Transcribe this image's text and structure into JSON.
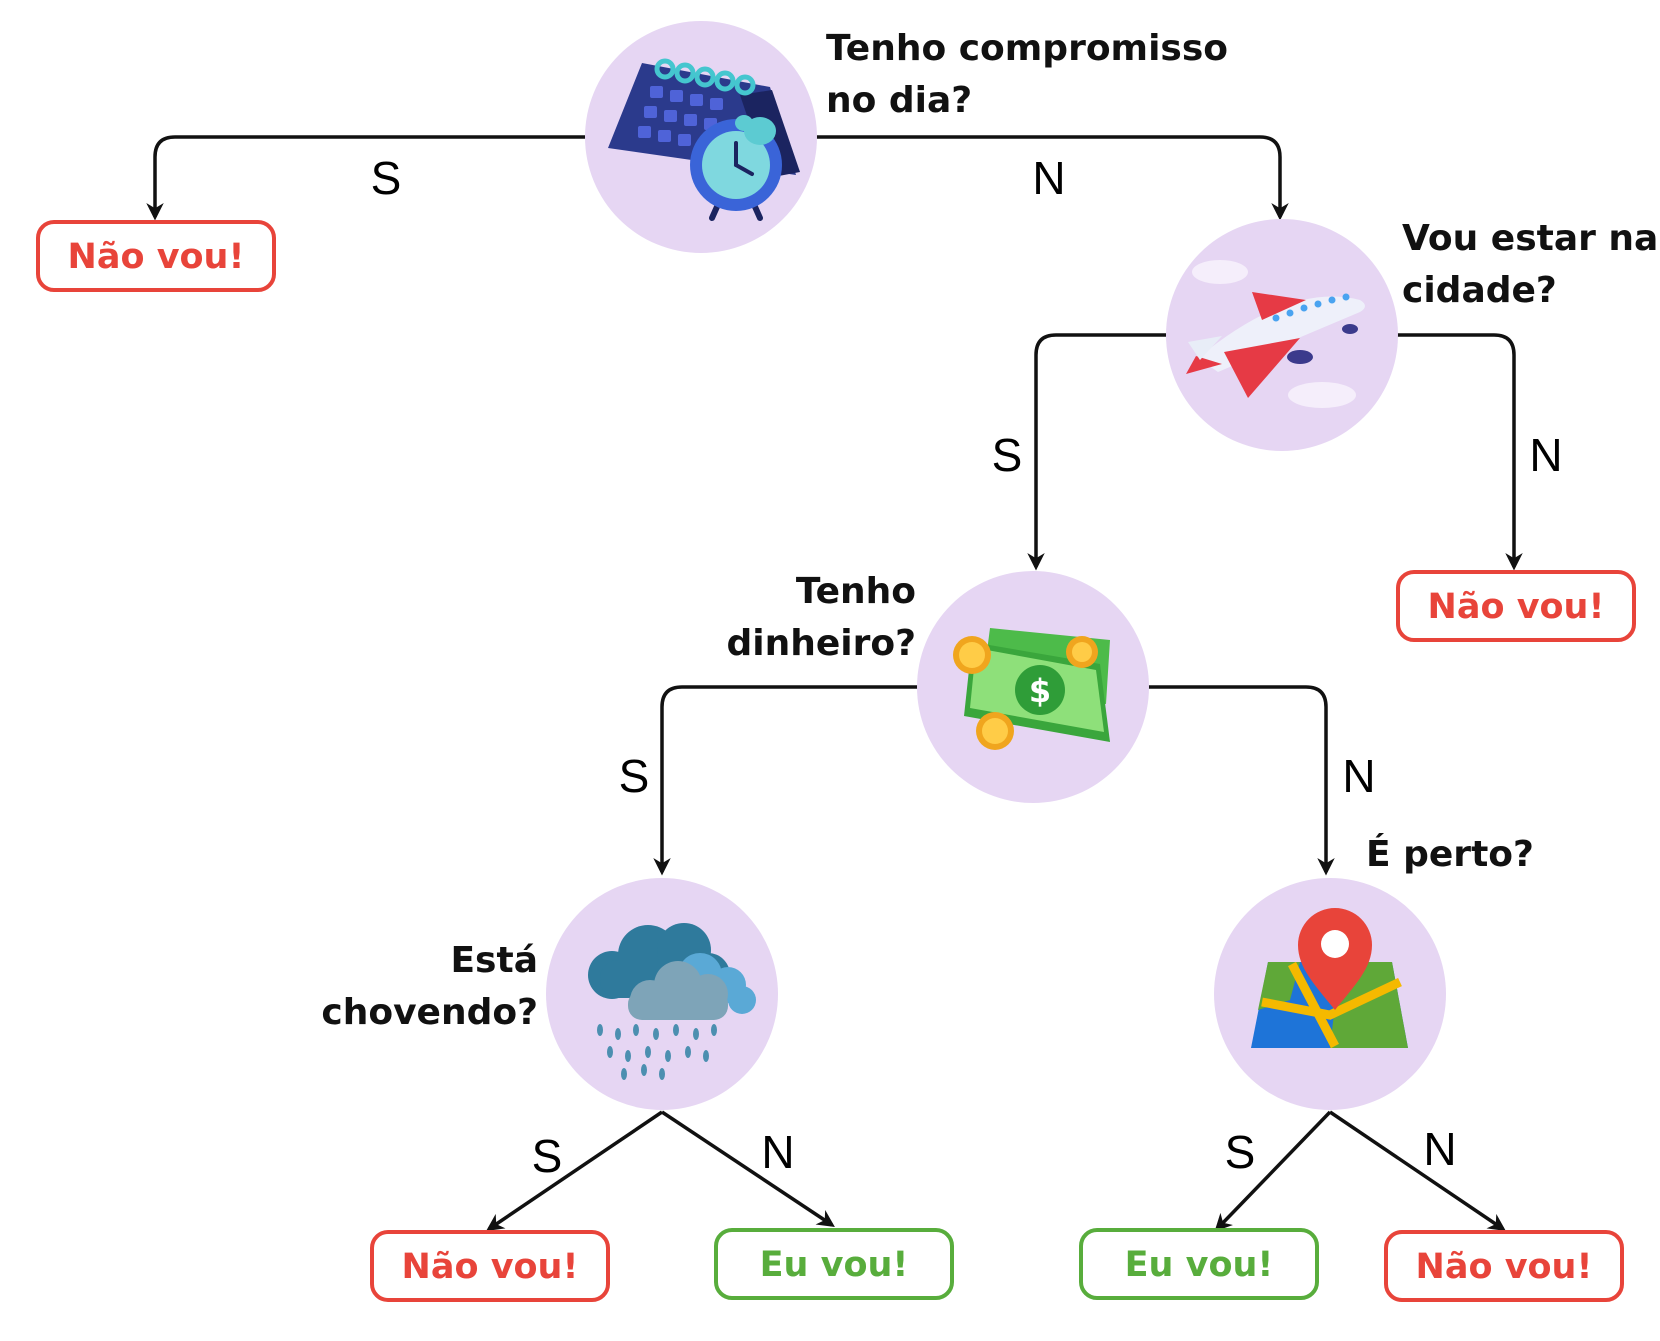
{
  "colors": {
    "node_background": "#e6d6f3",
    "negative": "#e8443a",
    "positive": "#58ad3c",
    "line": "#111111"
  },
  "questions": {
    "q1": [
      "Tenho compromisso",
      "no dia?"
    ],
    "q2": [
      "Vou estar na",
      "cidade?"
    ],
    "q3": [
      "Tenho",
      "dinheiro?"
    ],
    "q4": [
      "Está",
      "chovendo?"
    ],
    "q5": [
      "É perto?"
    ]
  },
  "edge_labels": {
    "q1_yes": "S",
    "q1_no": "N",
    "q2_yes": "S",
    "q2_no": "N",
    "q3_yes": "S",
    "q3_no": "N",
    "q4_yes": "S",
    "q4_no": "N",
    "q5_yes": "S",
    "q5_no": "N"
  },
  "results": {
    "r1": "Não vou!",
    "r2": "Não vou!",
    "r3": "Não vou!",
    "r4": "Eu vou!",
    "r5": "Eu vou!",
    "r6": "Não vou!"
  },
  "icons": {
    "q1": "calendar-alarm-clock-icon",
    "q2": "airplane-icon",
    "q3": "money-coins-icon",
    "q4": "rain-cloud-icon",
    "q5": "map-pin-icon"
  }
}
